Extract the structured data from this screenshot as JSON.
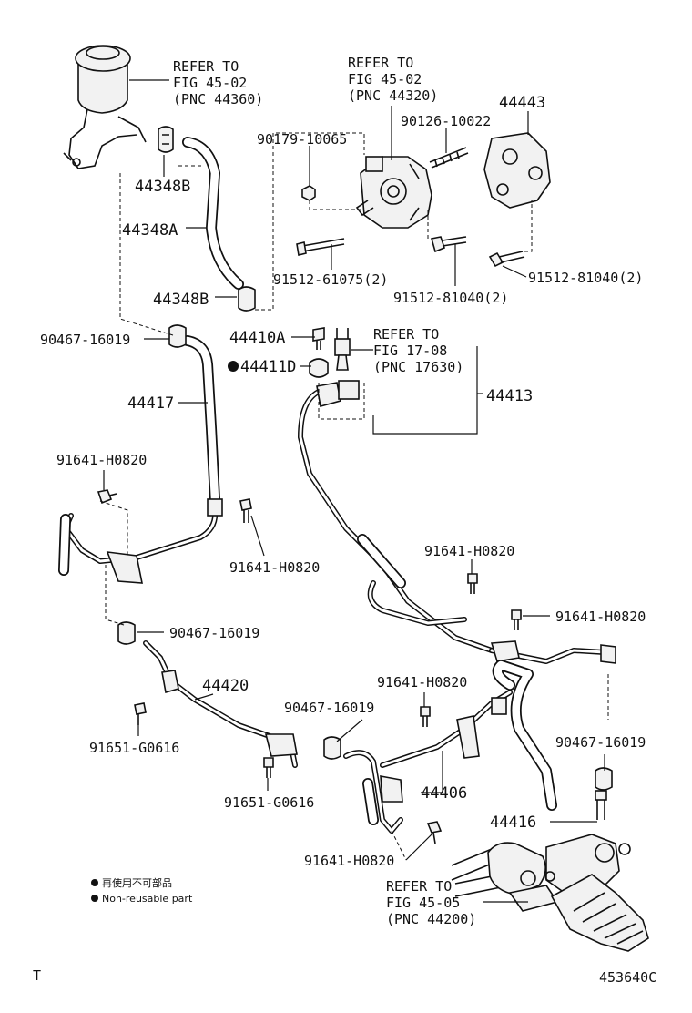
{
  "labels": {
    "refer_reservoir": [
      "REFER TO",
      "FIG 45-02",
      "(PNC 44360)"
    ],
    "refer_pump": [
      "REFER TO",
      "FIG 45-02",
      "(PNC 44320)"
    ],
    "p44443": "44443",
    "p90126": "90126-10022",
    "p90179": "90179-10065",
    "p44348b_top": "44348B",
    "p44348a": "44348A",
    "p44348b_bot": "44348B",
    "p91512_61075": "91512-61075(2)",
    "p91512_81040_a": "91512-81040(2)",
    "p91512_81040_b": "91512-81040(2)",
    "p90467_a": "90467-16019",
    "p44410a": "44410A",
    "p44411d": "44411D",
    "refer_sensor": [
      "REFER TO",
      "FIG 17-08",
      "(PNC 17630)"
    ],
    "p44413": "44413",
    "p44417": "44417",
    "p91641_a": "91641-H0820",
    "p91641_b": "91641-H0820",
    "p91641_c": "91641-H0820",
    "p91641_d": "91641-H0820",
    "p91641_e": "91641-H0820",
    "p91641_f": "91641-H0820",
    "p90467_b": "90467-16019",
    "p44420": "44420",
    "p91651_a": "91651-G0616",
    "p91651_b": "91651-G0616",
    "p90467_c": "90467-16019",
    "p90467_d": "90467-16019",
    "p44406": "44406",
    "p44416": "44416",
    "refer_gear": [
      "REFER TO",
      "FIG 45-05",
      "(PNC 44200)"
    ]
  },
  "legend": {
    "line1": "再使用不可部品",
    "line2": "Non-reusable part"
  },
  "footer": {
    "left": "T",
    "code": "453640C"
  }
}
